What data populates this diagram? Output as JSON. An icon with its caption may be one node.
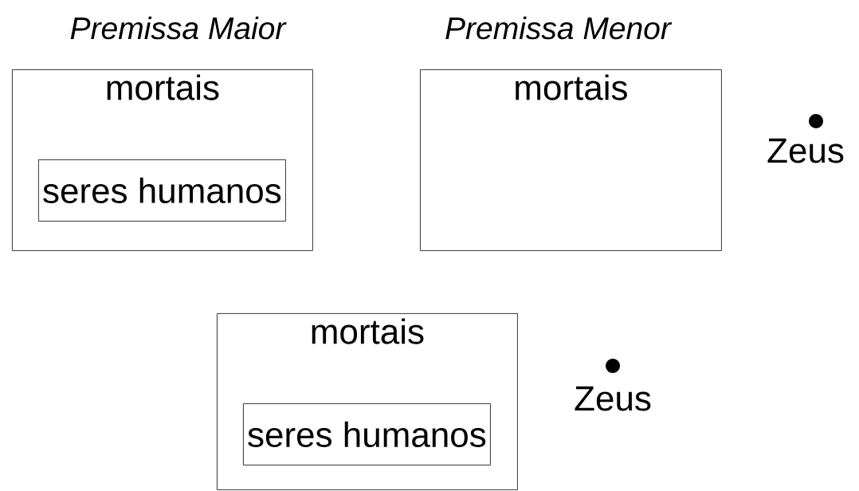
{
  "diagram": {
    "nodes": [
      {
        "text": [
          "mortais"
        ]
      },
      {
        "text": [
          "seres humanos"
        ],
        "in": 0
      },
      {
        "text": [
          "mortais"
        ]
      },
      {
        "text": [],
        "shape": "circle",
        "beside": [
          "Zeus"
        ]
      },
      {
        "text": [
          "mortais"
        ]
      },
      {
        "text": [
          "seres humanos"
        ],
        "in": 4
      },
      {
        "text": [],
        "shape": "circle",
        "beside": [
          "Zeus"
        ]
      }
    ],
    "edges": [],
    "labels": [
      "Premissa Maior",
      "Premissa Menor"
    ]
  }
}
